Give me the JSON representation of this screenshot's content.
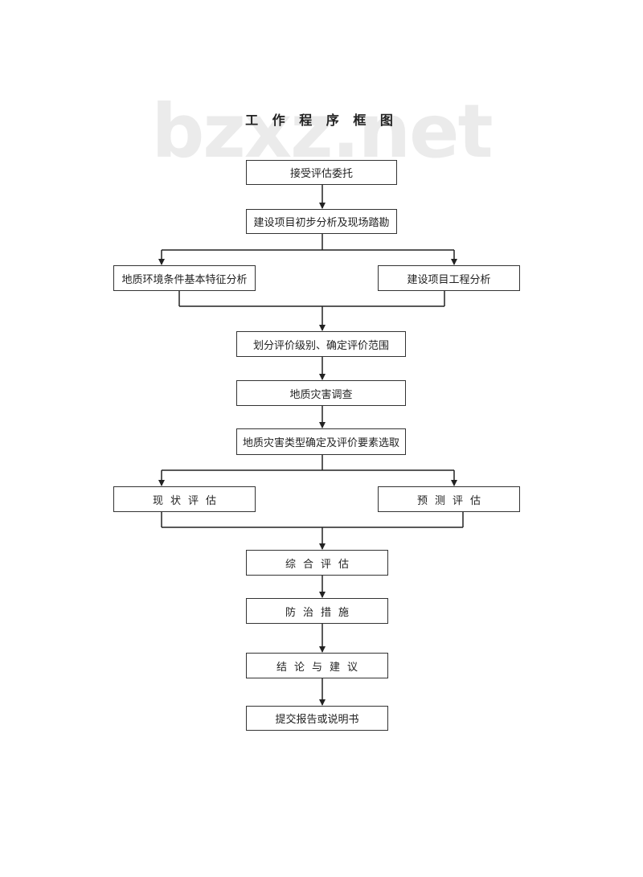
{
  "watermark": "bzxz.net",
  "title": "工 作 程 序 框 图",
  "steps": {
    "accept": "接受评估委托",
    "preliminary": "建设项目初步分析及现场踏勘",
    "geo_env": "地质环境条件基本特征分析",
    "project_analysis": "建设项目工程分析",
    "grading": "划分评价级别、确定评价范围",
    "survey": "地质灾害调查",
    "type_select": "地质灾害类型确定及评价要素选取",
    "current_eval": "现状评估",
    "forecast_eval": "预测评估",
    "comprehensive": "综合评估",
    "prevention": "防治措施",
    "conclusion": "结论与建议",
    "report": "提交报告或说明书"
  },
  "colors": {
    "line": "#222222",
    "border": "#333333",
    "watermark": "#ebebeb"
  }
}
